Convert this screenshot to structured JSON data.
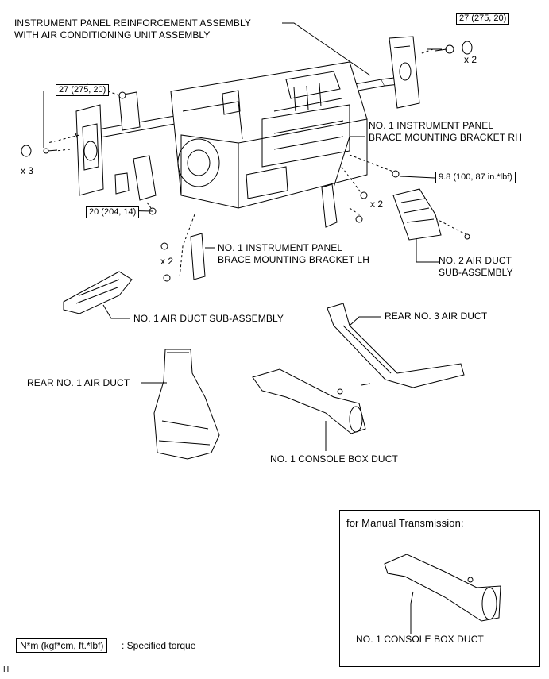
{
  "labels": {
    "ip_reinforcement": [
      "INSTRUMENT PANEL REINFORCEMENT ASSEMBLY",
      "WITH AIR CONDITIONING UNIT ASSEMBLY"
    ],
    "bracket_rh": [
      "NO. 1 INSTRUMENT PANEL",
      "BRACE MOUNTING BRACKET RH"
    ],
    "bracket_lh": [
      "NO. 1 INSTRUMENT PANEL",
      "BRACE MOUNTING BRACKET LH"
    ],
    "air_duct_2": [
      "NO. 2 AIR DUCT",
      "SUB-ASSEMBLY"
    ],
    "air_duct_1": "NO. 1 AIR DUCT SUB-ASSEMBLY",
    "rear_no3": "REAR NO. 3 AIR DUCT",
    "rear_no1": "REAR NO. 1 AIR DUCT",
    "console_duct": "NO. 1 CONSOLE BOX DUCT",
    "inset_title": "for Manual Transmission:",
    "inset_console_duct": "NO. 1 CONSOLE BOX DUCT"
  },
  "torque": {
    "t_right": "27 (275, 20)",
    "t_left": "27 (275, 20)",
    "t_lower": "20 (204, 14)",
    "t_nut": "9.8 (100, 87 in.*lbf)"
  },
  "quantities": {
    "q_right": "x 2",
    "q_left": "x 3",
    "q_mid": "x 2",
    "q_lh": "x 2"
  },
  "legend": {
    "unit": "N*m (kgf*cm, ft.*lbf)",
    "text": ": Specified torque"
  },
  "corner_code": "H"
}
